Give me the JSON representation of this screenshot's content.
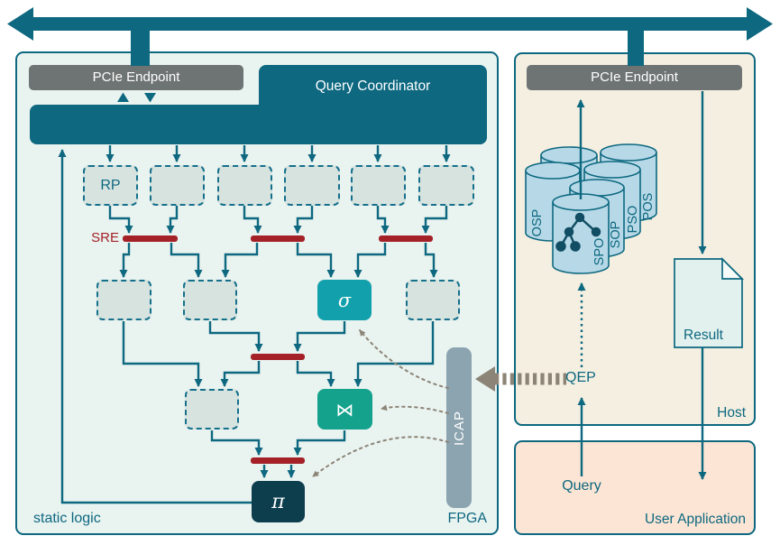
{
  "fpga": {
    "pcie_endpoint_label": "PCIe Endpoint",
    "query_coordinator_label": "Query Coordinator",
    "rp_label": "RP",
    "sre_label": "SRE",
    "sigma_operator": "σ",
    "join_operator": "⋈",
    "projection_operator": "π",
    "icap_label": "ICAP",
    "static_logic_label": "static logic",
    "fpga_label": "FPGA"
  },
  "host": {
    "pcie_endpoint_label": "PCIe Endpoint",
    "host_label": "Host",
    "qep_label": "QEP",
    "result_label": "Result",
    "db_index_labels": [
      "OSP",
      "SPO",
      "SOP",
      "PSO",
      "POS"
    ]
  },
  "user_application": {
    "label": "User Application",
    "query_label": "Query"
  },
  "colors": {
    "teal": "#0d6880",
    "fpga_bg": "#e9f3f0",
    "slot_fill": "#d7e3df",
    "slot_border": "#15708c",
    "sre_red": "#a32127",
    "pcie_gray": "#6e7473",
    "sigma_fill": "#12a1ac",
    "join_fill": "#14a28c",
    "pi_fill": "#0d3e4e",
    "icap_fill": "#8ca4b0",
    "host_bg": "#f4efe1",
    "user_app_bg": "#fce5d4",
    "cylinder_fill": "#b7d9e7",
    "result_fill": "#e3f1ee",
    "dotted_gray": "#8c8476"
  }
}
